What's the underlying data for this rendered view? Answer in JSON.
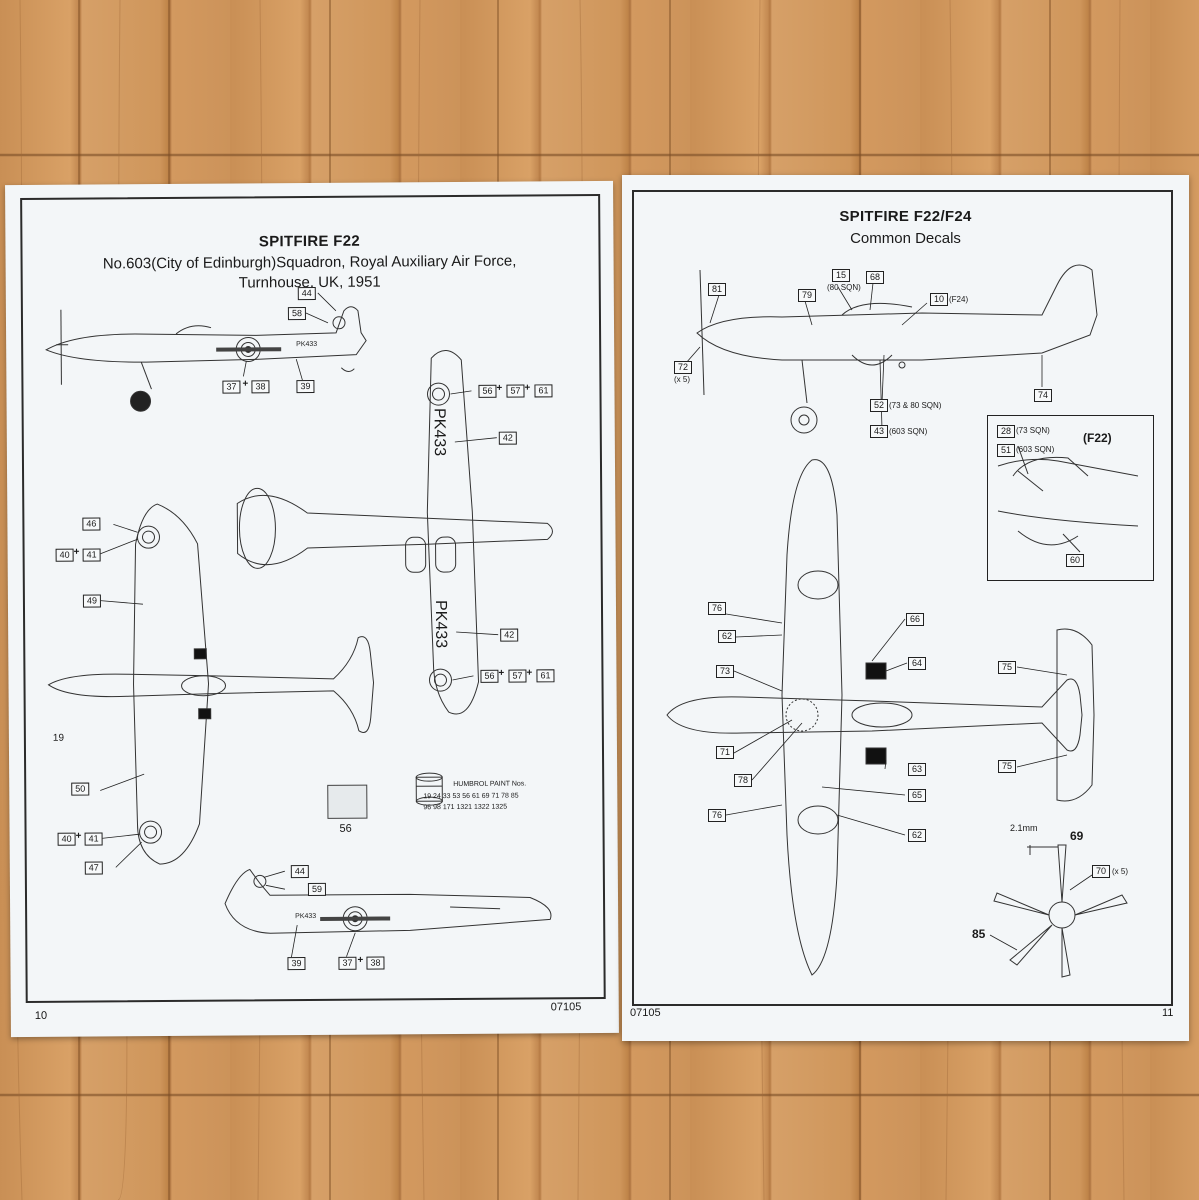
{
  "left_page": {
    "title": "SPITFIRE F22",
    "subtitle_line1": "No.603(City of Edinburgh)Squadron, Royal Auxiliary Air Force,",
    "subtitle_line2": "Turnhouse, UK, 1951",
    "page_number": "10",
    "catalog_number": "07105",
    "serial_marking": "PK433",
    "paint_label": "HUMBROL PAINT Nos.",
    "paint_numbers_line1": "19 24 33 53 56 61 69 71 78 85",
    "paint_numbers_line2": "96 98 171 1321 1322 1325",
    "swatch_label": "56",
    "callouts": {
      "c44": "44",
      "c58": "58",
      "c37": "37",
      "c38": "38",
      "c39": "39",
      "c56": "56",
      "c57": "57",
      "c61": "61",
      "c42": "42",
      "c46": "46",
      "c40": "40",
      "c41": "41",
      "c49": "49",
      "c19": "19",
      "c50": "50",
      "c47": "47",
      "c59": "59"
    }
  },
  "right_page": {
    "title": "SPITFIRE F22/F24",
    "subtitle": "Common Decals",
    "page_number": "11",
    "catalog_number": "07105",
    "inset_title": "(F22)",
    "callouts": {
      "c81": "81",
      "c79": "79",
      "c15": "15",
      "c68": "68",
      "c10": "10",
      "c72": "72",
      "c74": "74",
      "c52": "52",
      "c43": "43",
      "c28": "28",
      "c51": "51",
      "c60": "60",
      "c76": "76",
      "c62": "62",
      "c66": "66",
      "c64": "64",
      "c73": "73",
      "c71": "71",
      "c78": "78",
      "c63": "63",
      "c65": "65",
      "c75": "75",
      "c69": "69",
      "c70": "70",
      "c85": "85"
    },
    "notes": {
      "n80sqn": "(80 SQN)",
      "nf24": "(F24)",
      "nx5": "(x 5)",
      "n73_80": "(73 & 80 SQN)",
      "n603": "(603 SQN)",
      "n73": "(73 SQN)",
      "n603b": "(603 SQN)",
      "nx5b": "(x 5)",
      "dim": "2.1mm"
    }
  }
}
